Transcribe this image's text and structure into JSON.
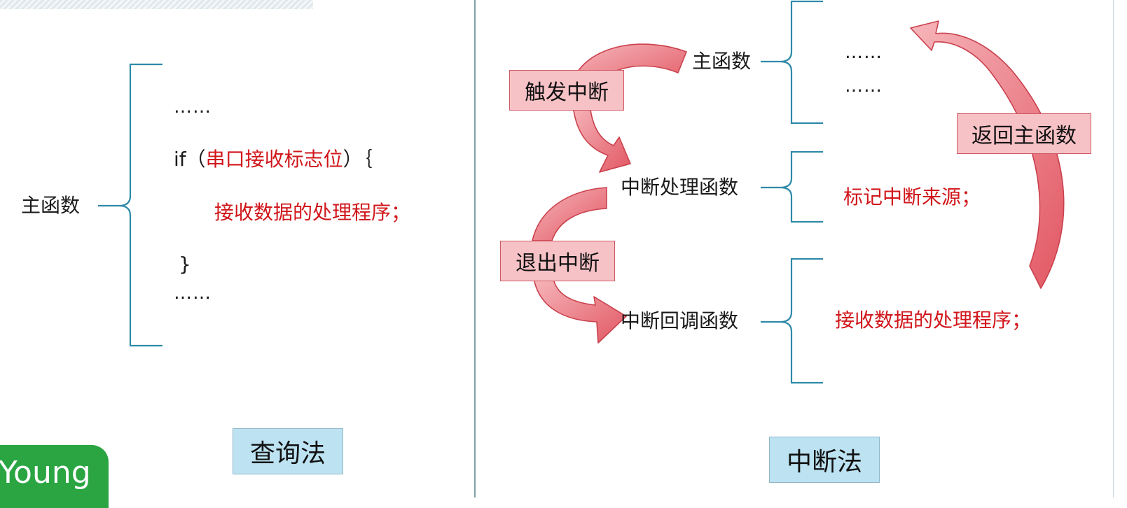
{
  "left": {
    "main_func": "主函数",
    "dots_top": "……",
    "if_prefix": "if（",
    "if_cond": "串口接收标志位",
    "if_suffix": "）｛",
    "body": "接收数据的处理程序；",
    "close_brace": "}",
    "dots_bottom": "……",
    "method_label": "查询法"
  },
  "right": {
    "main_func": "主函数",
    "dots_1": "……",
    "dots_2": "……",
    "isr_func": "中断处理函数",
    "isr_body": "标记中断来源；",
    "callback_func": "中断回调函数",
    "callback_body": "接收数据的处理程序；",
    "trigger_label": "触发中断",
    "exit_label": "退出中断",
    "return_label": "返回主函数",
    "method_label": "中断法"
  },
  "brand": {
    "text": "Young"
  },
  "colors": {
    "brace": "#2e8aa8",
    "red_text": "#d0161b",
    "arrow_fill": "#e76a74",
    "blue_box": "#bde3f2",
    "red_box": "#f7c2c6",
    "brand_green": "#2aa542"
  }
}
